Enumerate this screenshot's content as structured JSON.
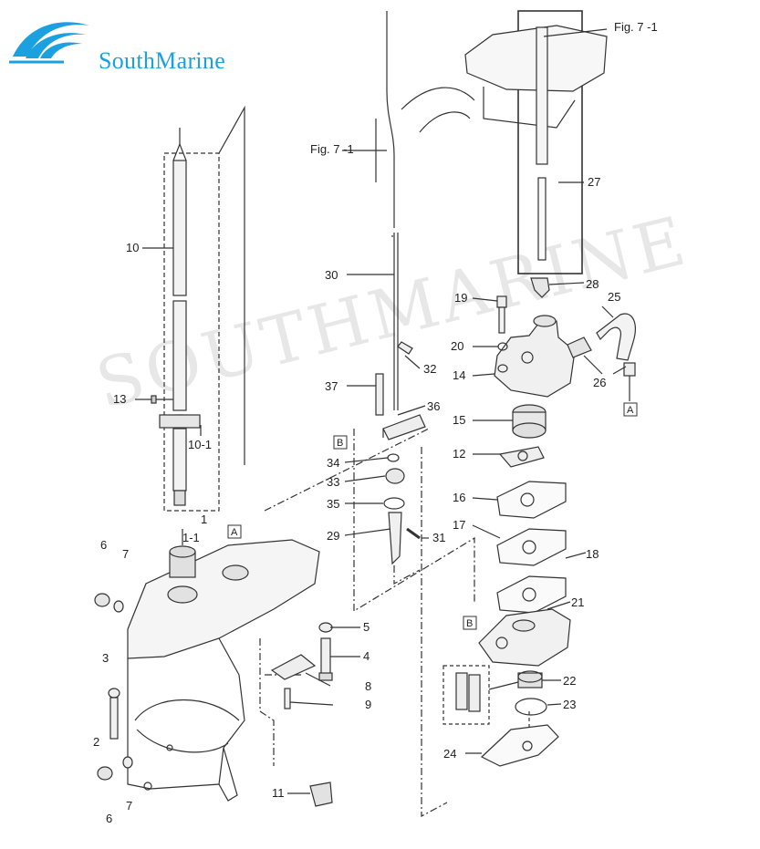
{
  "brand": {
    "name": "SouthMarine",
    "logo_icon": "wave-logo-icon",
    "color": "#1ba0e0"
  },
  "watermark": "SOUTHMARINE",
  "diagram": {
    "refs": {
      "fig_top": "Fig. 7 -1",
      "fig_left": "Fig. 7 -1"
    },
    "parts": {
      "p1": "1",
      "p1_1": "1-1",
      "p2": "2",
      "p3": "3",
      "p4": "4",
      "p5": "5",
      "p6a": "6",
      "p6b": "6",
      "p7a": "7",
      "p7b": "7",
      "p8": "8",
      "p9": "9",
      "p10": "10",
      "p10_1": "10-1",
      "p11": "11",
      "p12": "12",
      "p13": "13",
      "p14": "14",
      "p15": "15",
      "p16": "16",
      "p17": "17",
      "p18": "18",
      "p19": "19",
      "p20": "20",
      "p21": "21",
      "p22": "22",
      "p23": "23",
      "p24": "24",
      "p25": "25",
      "p26": "26",
      "p27": "27",
      "p28": "28",
      "p29": "29",
      "p30": "30",
      "p31": "31",
      "p32": "32",
      "p33": "33",
      "p34": "34",
      "p35": "35",
      "p36": "36",
      "p37": "37"
    },
    "boxes": {
      "a_top": "A",
      "a_right": "A",
      "b_left": "B",
      "b_right": "B"
    }
  }
}
